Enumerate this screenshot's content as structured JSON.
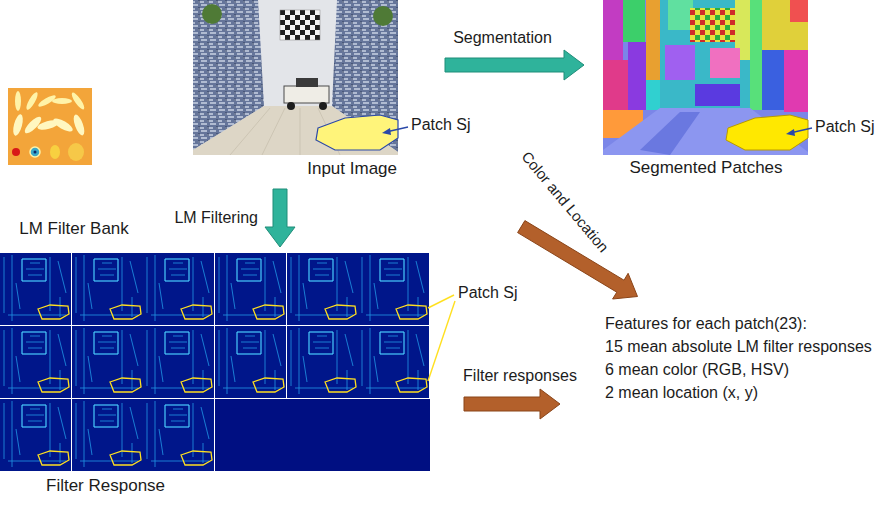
{
  "diagram": {
    "nodes": [
      {
        "text": [
          "LM Filter Bank"
        ]
      },
      {
        "text": [
          "Input Image"
        ]
      },
      {
        "text": [
          "Segmented Patches"
        ]
      },
      {
        "text": [
          "Filter Response"
        ]
      },
      {
        "text": [
          "Features for each patch(23):",
          "15 mean absolute LM filter responses",
          "6 mean color (RGB, HSV)",
          "2 mean location (x, y)"
        ]
      }
    ],
    "edges": [
      {
        "from": 1,
        "to": 2,
        "label": "Segmentation",
        "arrow": "to"
      },
      {
        "from": 1,
        "to": 3,
        "label": "LM Filtering",
        "arrow": "to"
      },
      {
        "from": 1,
        "to": 4,
        "label": "Color and Location",
        "arrow": "to"
      },
      {
        "from": 3,
        "to": 4,
        "label": "Filter responses",
        "arrow": "to"
      }
    ],
    "labels": [
      "Patch Sj",
      "Patch Sj",
      "Patch Sj"
    ]
  }
}
